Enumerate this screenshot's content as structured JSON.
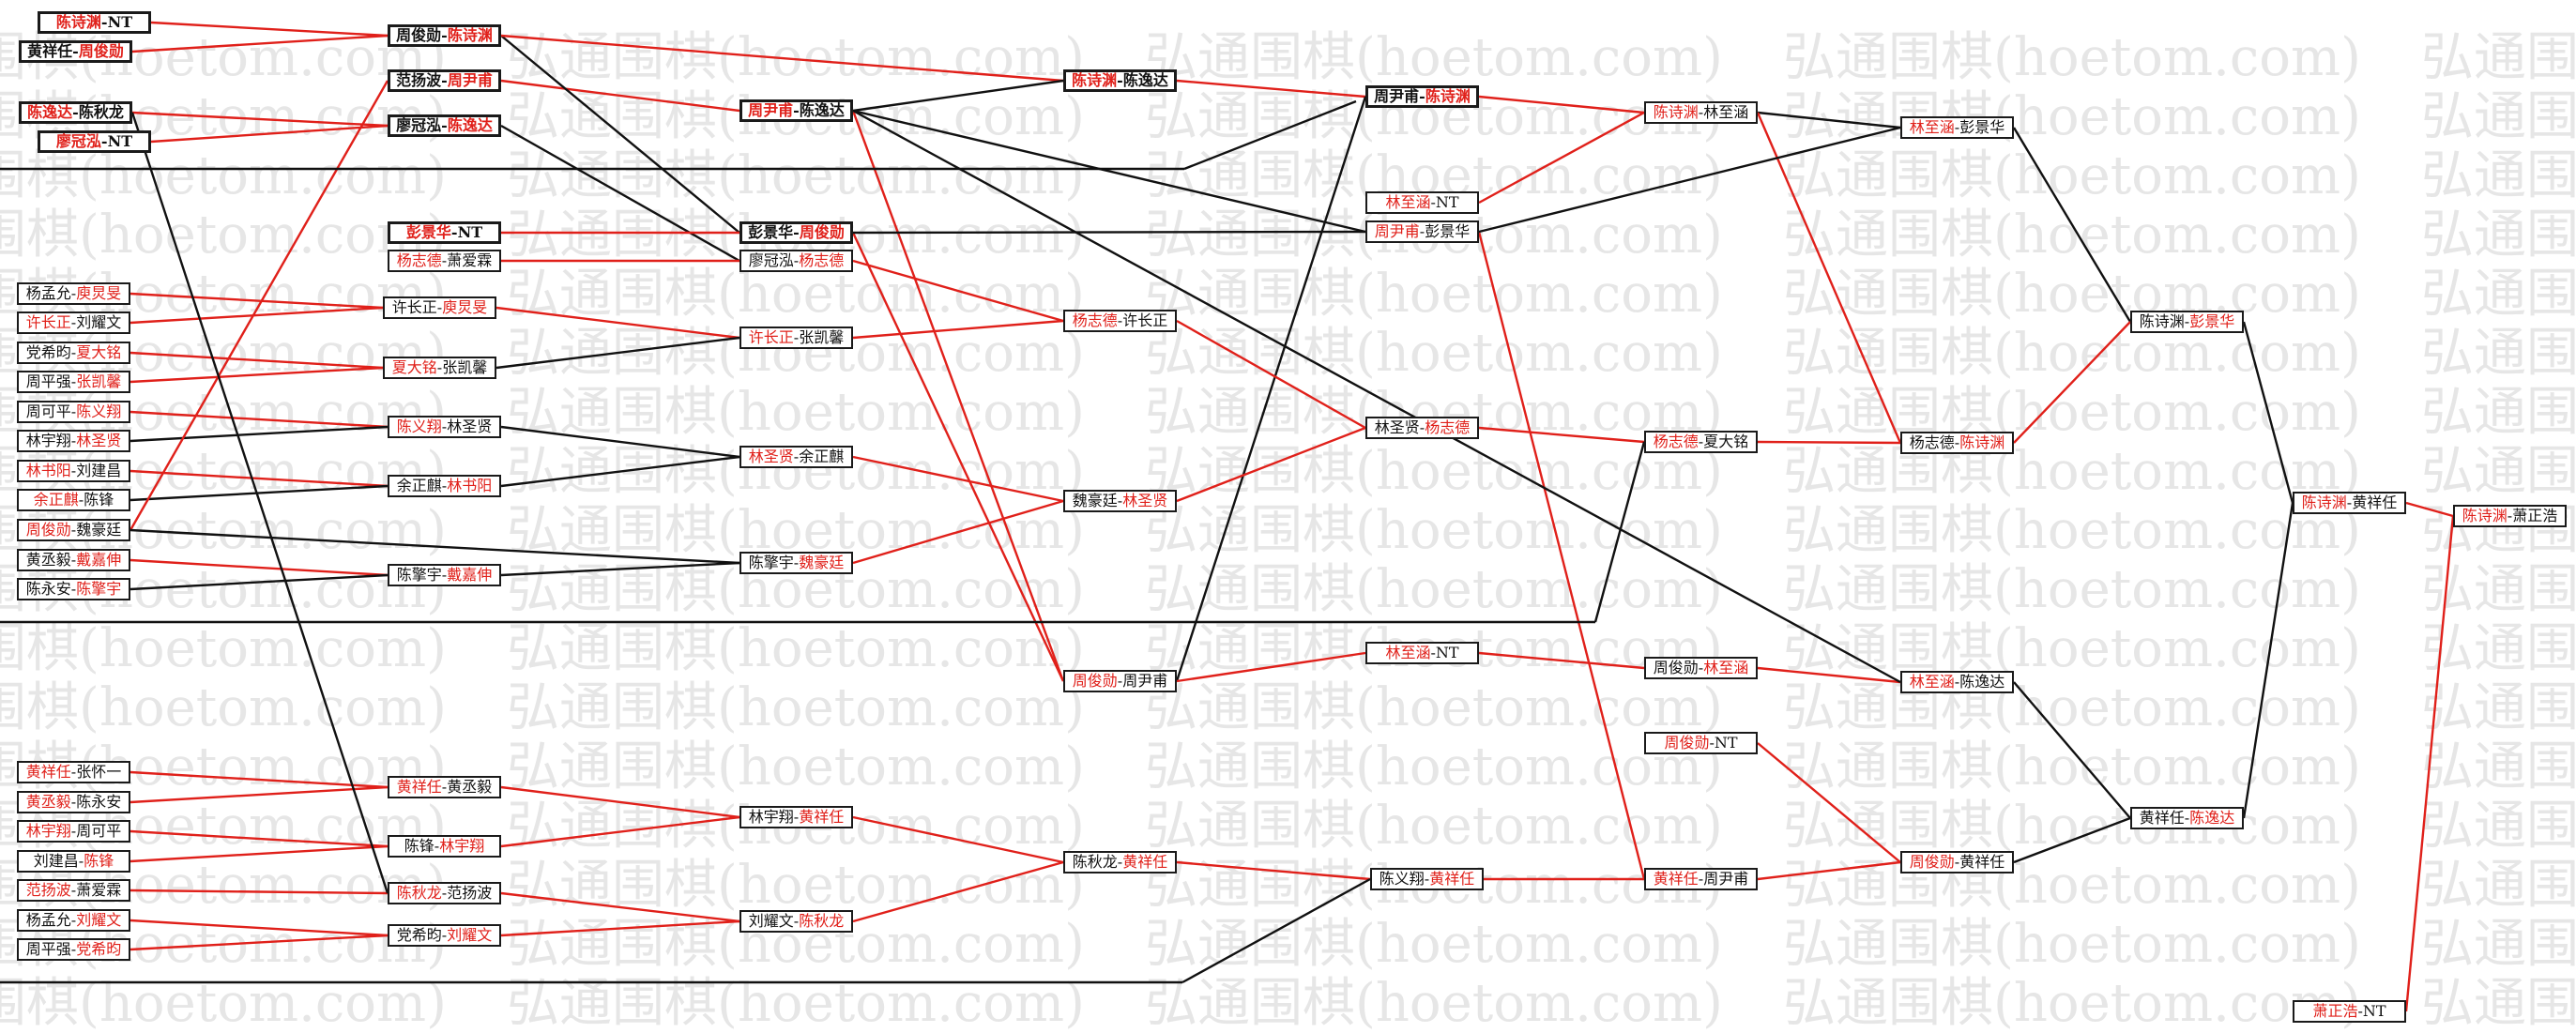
{
  "watermark": "弘通围棋(hoetom.com)",
  "colors": {
    "win": "#e0201a",
    "loss": "#111111",
    "watermark": "#e6e6e6"
  },
  "nodes": [
    {
      "id": "r1-1",
      "a": "陈诗渊",
      "b": "NT",
      "w": "a",
      "bold": true
    },
    {
      "id": "r1-2",
      "a": "黄祥任",
      "b": "周俊勋",
      "w": "b",
      "bold": true
    },
    {
      "id": "r1-3",
      "a": "陈逸达",
      "b": "陈秋龙",
      "w": "a",
      "bold": true
    },
    {
      "id": "r1-4",
      "a": "廖冠泓",
      "b": "NT",
      "w": "a",
      "bold": true
    },
    {
      "id": "r1-5",
      "a": "杨孟允",
      "b": "庾炅旻",
      "w": "b"
    },
    {
      "id": "r1-6",
      "a": "许长正",
      "b": "刘耀文",
      "w": "a"
    },
    {
      "id": "r1-7",
      "a": "党希昀",
      "b": "夏大铭",
      "w": "b"
    },
    {
      "id": "r1-8",
      "a": "周平强",
      "b": "张凯馨",
      "w": "b"
    },
    {
      "id": "r1-9",
      "a": "周可平",
      "b": "陈义翔",
      "w": "b"
    },
    {
      "id": "r1-10",
      "a": "林宇翔",
      "b": "林圣贤",
      "w": "b"
    },
    {
      "id": "r1-11",
      "a": "林书阳",
      "b": "刘建昌",
      "w": "a"
    },
    {
      "id": "r1-12",
      "a": "余正麒",
      "b": "陈锋",
      "w": "a"
    },
    {
      "id": "r1-13",
      "a": "周俊勋",
      "b": "魏豪廷",
      "w": "a"
    },
    {
      "id": "r1-14",
      "a": "黄丞毅",
      "b": "戴嘉伸",
      "w": "b"
    },
    {
      "id": "r1-15",
      "a": "陈永安",
      "b": "陈擎宇",
      "w": "b"
    },
    {
      "id": "r1-16",
      "a": "黄祥任",
      "b": "张怀一",
      "w": "a"
    },
    {
      "id": "r1-17",
      "a": "黄丞毅",
      "b": "陈永安",
      "w": "a"
    },
    {
      "id": "r1-18",
      "a": "林宇翔",
      "b": "周可平",
      "w": "a"
    },
    {
      "id": "r1-19",
      "a": "刘建昌",
      "b": "陈锋",
      "w": "b"
    },
    {
      "id": "r1-20",
      "a": "范扬波",
      "b": "萧爱霖",
      "w": "a"
    },
    {
      "id": "r1-21",
      "a": "杨孟允",
      "b": "刘耀文",
      "w": "b"
    },
    {
      "id": "r1-22",
      "a": "周平强",
      "b": "党希昀",
      "w": "b"
    },
    {
      "id": "r2-1",
      "a": "周俊勋",
      "b": "陈诗渊",
      "w": "b",
      "bold": true
    },
    {
      "id": "r2-2",
      "a": "范扬波",
      "b": "周尹甫",
      "w": "b",
      "bold": true
    },
    {
      "id": "r2-3",
      "a": "廖冠泓",
      "b": "陈逸达",
      "w": "b",
      "bold": true
    },
    {
      "id": "r2-4",
      "a": "彭景华",
      "b": "NT",
      "w": "a",
      "bold": true
    },
    {
      "id": "r2-5",
      "a": "杨志德",
      "b": "萧爱霖",
      "w": "a"
    },
    {
      "id": "r2-6",
      "a": "许长正",
      "b": "庾炅旻",
      "w": "b"
    },
    {
      "id": "r2-7",
      "a": "夏大铭",
      "b": "张凯馨",
      "w": "a"
    },
    {
      "id": "r2-8",
      "a": "陈义翔",
      "b": "林圣贤",
      "w": "a"
    },
    {
      "id": "r2-9",
      "a": "余正麒",
      "b": "林书阳",
      "w": "b"
    },
    {
      "id": "r2-10",
      "a": "陈擎宇",
      "b": "戴嘉伸",
      "w": "b"
    },
    {
      "id": "r2-11",
      "a": "黄祥任",
      "b": "黄丞毅",
      "w": "a"
    },
    {
      "id": "r2-12",
      "a": "陈锋",
      "b": "林宇翔",
      "w": "b"
    },
    {
      "id": "r2-13",
      "a": "陈秋龙",
      "b": "范扬波",
      "w": "a"
    },
    {
      "id": "r2-14",
      "a": "党希昀",
      "b": "刘耀文",
      "w": "b"
    },
    {
      "id": "r3-1",
      "a": "周尹甫",
      "b": "陈逸达",
      "w": "a",
      "bold": true
    },
    {
      "id": "r3-2",
      "a": "彭景华",
      "b": "周俊勋",
      "w": "b",
      "bold": true
    },
    {
      "id": "r3-3",
      "a": "廖冠泓",
      "b": "杨志德",
      "w": "b"
    },
    {
      "id": "r3-4",
      "a": "许长正",
      "b": "张凯馨",
      "w": "a"
    },
    {
      "id": "r3-5",
      "a": "林圣贤",
      "b": "余正麒",
      "w": "a"
    },
    {
      "id": "r3-6",
      "a": "陈擎宇",
      "b": "魏豪廷",
      "w": "b"
    },
    {
      "id": "r3-7",
      "a": "林宇翔",
      "b": "黄祥任",
      "w": "b"
    },
    {
      "id": "r3-8",
      "a": "刘耀文",
      "b": "陈秋龙",
      "w": "b"
    },
    {
      "id": "r4-1",
      "a": "陈诗渊",
      "b": "陈逸达",
      "w": "a",
      "bold": true
    },
    {
      "id": "r4-2",
      "a": "杨志德",
      "b": "许长正",
      "w": "a"
    },
    {
      "id": "r4-3",
      "a": "魏豪廷",
      "b": "林圣贤",
      "w": "b"
    },
    {
      "id": "r4-4",
      "a": "周俊勋",
      "b": "周尹甫",
      "w": "a"
    },
    {
      "id": "r4-5",
      "a": "陈秋龙",
      "b": "黄祥任",
      "w": "b"
    },
    {
      "id": "r5-1",
      "a": "周尹甫",
      "b": "陈诗渊",
      "w": "b",
      "bold": true
    },
    {
      "id": "r5-2",
      "a": "林至涵",
      "b": "NT",
      "w": "a"
    },
    {
      "id": "r5-3",
      "a": "周尹甫",
      "b": "彭景华",
      "w": "a"
    },
    {
      "id": "r5-4",
      "a": "林圣贤",
      "b": "杨志德",
      "w": "b"
    },
    {
      "id": "r5-5",
      "a": "林至涵",
      "b": "NT",
      "w": "a"
    },
    {
      "id": "r5-6",
      "a": "陈义翔",
      "b": "黄祥任",
      "w": "b"
    },
    {
      "id": "r6-1",
      "a": "陈诗渊",
      "b": "林至涵",
      "w": "a"
    },
    {
      "id": "r6-2",
      "a": "杨志德",
      "b": "夏大铭",
      "w": "a"
    },
    {
      "id": "r6-3",
      "a": "周俊勋",
      "b": "林至涵",
      "w": "b"
    },
    {
      "id": "r6-4",
      "a": "周俊勋",
      "b": "NT",
      "w": "a"
    },
    {
      "id": "r6-5",
      "a": "黄祥任",
      "b": "周尹甫",
      "w": "a"
    },
    {
      "id": "r7-1",
      "a": "林至涵",
      "b": "彭景华",
      "w": "a"
    },
    {
      "id": "r7-2",
      "a": "杨志德",
      "b": "陈诗渊",
      "w": "b"
    },
    {
      "id": "r7-3",
      "a": "林至涵",
      "b": "陈逸达",
      "w": "a"
    },
    {
      "id": "r7-4",
      "a": "周俊勋",
      "b": "黄祥任",
      "w": "a"
    },
    {
      "id": "r8-1",
      "a": "陈诗渊",
      "b": "彭景华",
      "w": "b"
    },
    {
      "id": "r8-2",
      "a": "黄祥任",
      "b": "陈逸达",
      "w": "b"
    },
    {
      "id": "r9-1",
      "a": "陈诗渊",
      "b": "黄祥任",
      "w": "a"
    },
    {
      "id": "r10-1",
      "a": "陈诗渊",
      "b": "萧正浩",
      "w": "a"
    },
    {
      "id": "r10-2",
      "a": "萧正浩",
      "b": "NT",
      "w": "a"
    }
  ]
}
